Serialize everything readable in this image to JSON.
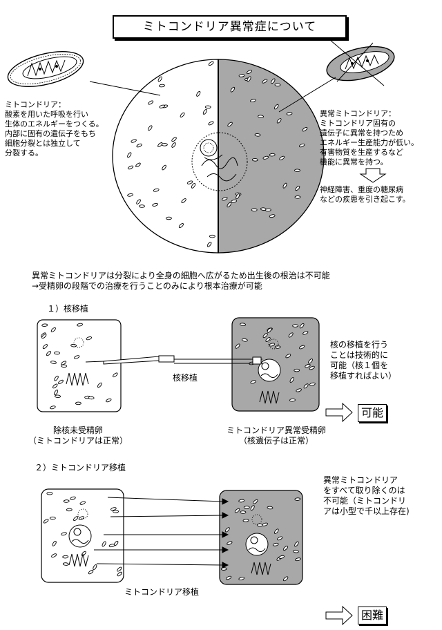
{
  "title": "ミトコンドリア異常症について",
  "mito_normal_text": [
    "ミトコンドリア：",
    "酸素を用いた呼吸を行い",
    "生体のエネルギーをつくる。",
    "内部に固有の遺伝子をもち",
    "細胞分裂とは独立して",
    "分裂する。"
  ],
  "mito_abnormal_text": [
    "異常ミトコンドリア：",
    "ミトコンドリア固有の",
    "遺伝子に異常を持つため",
    "エネルギー生産能力が低い。",
    "有害物質を生産するなど",
    "機能に異常を持つ。"
  ],
  "disease_text": [
    "神経障害、重度の糖尿病",
    "などの疾患を引き起こす。"
  ],
  "statement": [
    "異常ミトコンドリアは分裂により全身の細胞へ広がるため出生後の根治は不可能",
    "→受精卵の段階での治療を行うことのみにより根本治療が可能"
  ],
  "section1": {
    "heading": "１）核移植",
    "arrow_label": "核移植",
    "left_caption": [
      "除核未受精卵",
      "（ミトコンドリアは正常）"
    ],
    "right_caption": [
      "ミトコンドリア異常受精卵",
      "（核遺伝子は正常）"
    ],
    "note": [
      "核の移植を行う",
      "ことは技術的に",
      "可能（核１個を",
      "移植すればよい）"
    ],
    "result": "可能"
  },
  "section2": {
    "heading": "２）ミトコンドリア移植",
    "arrow_label": "ミトコンドリア移植",
    "note": [
      "異常ミトコンドリア",
      "をすべて取り除くのは",
      "不可能（ミトコンドリ",
      "アは小型で千以上存在)"
    ],
    "result": "困難"
  },
  "colors": {
    "abnormal_fill": "#a8a8a8",
    "line": "#000000",
    "background": "#ffffff"
  }
}
